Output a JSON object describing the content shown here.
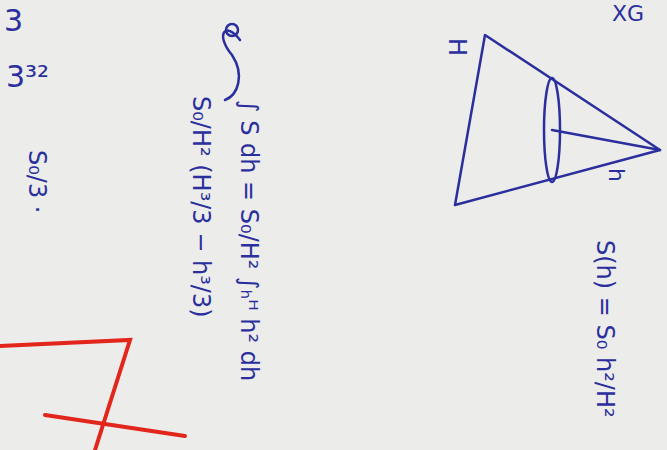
{
  "diagram": {
    "labels": [
      "3",
      "3³²",
      "XG",
      "H",
      "h",
      "∫ S dh = S₀/H² ∫ₕᴴ h² dh",
      "S₀/H² (H³/3 − h³/3)",
      "S₀/3 ·",
      "S(h) = S₀ h²/H²"
    ]
  }
}
